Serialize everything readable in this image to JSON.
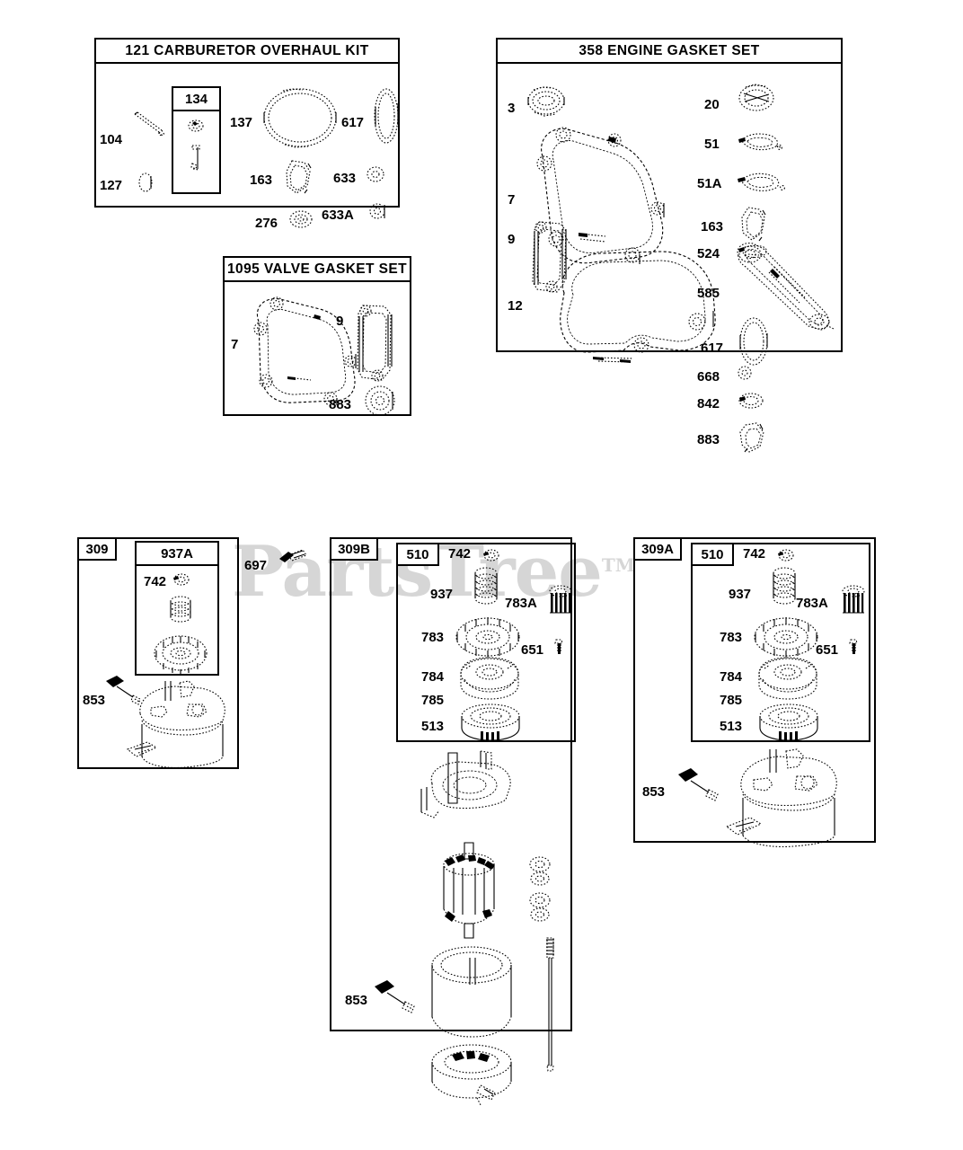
{
  "watermark": {
    "text": "PartsTree",
    "tm": "TM",
    "color": "#d6d6d6"
  },
  "panels": [
    {
      "id": "carburetor-overhaul-kit",
      "title": "121 CARBURETOR OVERHAUL KIT",
      "subbox_label": "134",
      "callouts": [
        "104",
        "127",
        "134",
        "137",
        "617",
        "163",
        "633",
        "276",
        "633A"
      ]
    },
    {
      "id": "engine-gasket-set",
      "title": "358 ENGINE GASKET SET",
      "callouts": [
        "3",
        "7",
        "9",
        "12",
        "20",
        "51",
        "51A",
        "163",
        "524",
        "585",
        "617",
        "668",
        "842",
        "883"
      ]
    },
    {
      "id": "valve-gasket-set",
      "title": "1095 VALVE GASKET SET",
      "callouts": [
        "7",
        "9",
        "883"
      ]
    },
    {
      "id": "starter-motor-309",
      "tag": "309",
      "subbox_label": "937A",
      "callouts": [
        "742",
        "853"
      ]
    },
    {
      "id": "starter-motor-309b",
      "tag": "309B",
      "subbox_label": "510",
      "callouts": [
        "742",
        "937",
        "783",
        "783A",
        "784",
        "785",
        "513",
        "651",
        "853"
      ]
    },
    {
      "id": "starter-motor-309a",
      "tag": "309A",
      "subbox_label": "510",
      "callouts": [
        "742",
        "937",
        "783",
        "783A",
        "784",
        "785",
        "513",
        "651",
        "853"
      ]
    }
  ],
  "carburetor": {
    "title": "121 CARBURETOR OVERHAUL KIT",
    "subbox": "134",
    "n104": "104",
    "n127": "127",
    "n137": "137",
    "n617": "617",
    "n163": "163",
    "n633": "633",
    "n276": "276",
    "n633a": "633A"
  },
  "engine": {
    "title": "358 ENGINE GASKET SET",
    "n3": "3",
    "n7": "7",
    "n9": "9",
    "n12": "12",
    "n20": "20",
    "n51": "51",
    "n51a": "51A",
    "n163": "163",
    "n524": "524",
    "n585": "585",
    "n617": "617",
    "n668": "668",
    "n842": "842",
    "n883": "883"
  },
  "valve": {
    "title": "1095 VALVE GASKET SET",
    "n7": "7",
    "n9": "9",
    "n883": "883"
  },
  "starter309": {
    "tag": "309",
    "subbox": "937A",
    "n742": "742",
    "n853": "853"
  },
  "loose": {
    "n697": "697"
  },
  "starter309b": {
    "tag": "309B",
    "subbox": "510",
    "n742": "742",
    "n937": "937",
    "n783": "783",
    "n783a": "783A",
    "n784": "784",
    "n785": "785",
    "n513": "513",
    "n651": "651",
    "n853": "853"
  },
  "starter309a": {
    "tag": "309A",
    "subbox": "510",
    "n742": "742",
    "n937": "937",
    "n783": "783",
    "n783a": "783A",
    "n784": "784",
    "n785": "785",
    "n513": "513",
    "n651": "651",
    "n853": "853"
  }
}
